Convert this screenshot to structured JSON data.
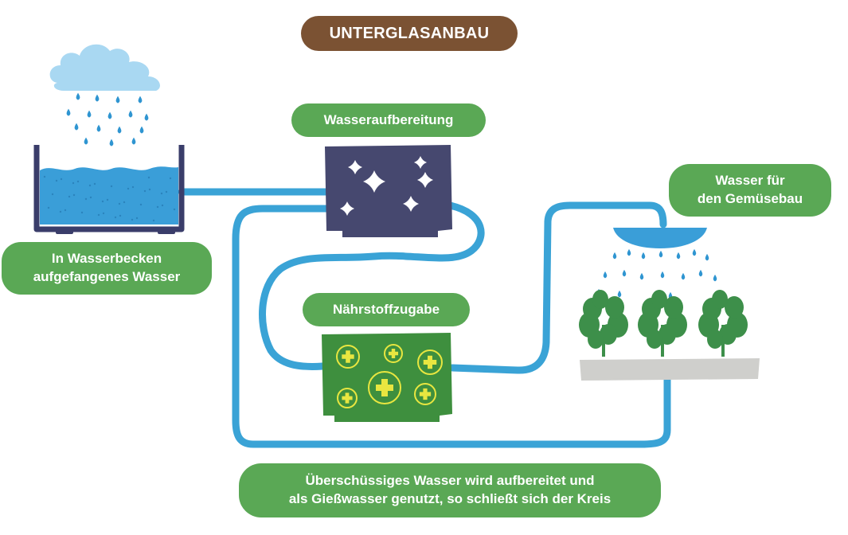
{
  "title": "UNTERGLASANBAU",
  "labels": {
    "collected_line1": "In Wasserbecken",
    "collected_line2": "aufgefangenes Wasser",
    "treatment": "Wasseraufbereitung",
    "nutrients": "Nährstoffzugabe",
    "veg_line1": "Wasser für",
    "veg_line2": "den Gemüsebau",
    "excess_line1": "Überschüssiges Wasser wird aufbereitet und",
    "excess_line2": "als Gießwasser genutzt, so schließt sich der Kreis"
  },
  "colors": {
    "pipe": "#3aa3d6",
    "water": "#3a9ed8",
    "rain": "#2f95d1",
    "cloud": "#a9d8f2",
    "tank_frame": "#3a3d6a",
    "treatment_box": "#46486f",
    "nutrient_box": "#3e8f3e",
    "plus_fill": "#e8e640",
    "label_green": "#5aa855",
    "title_brown": "#7b5233",
    "soil": "#cfcfcc",
    "plant": "#3d8f4a"
  },
  "icons": [
    "cloud-icon",
    "rain-icon",
    "water-tank-icon",
    "sparkle-icon",
    "plus-icon",
    "shower-head-icon",
    "lettuce-icon"
  ]
}
